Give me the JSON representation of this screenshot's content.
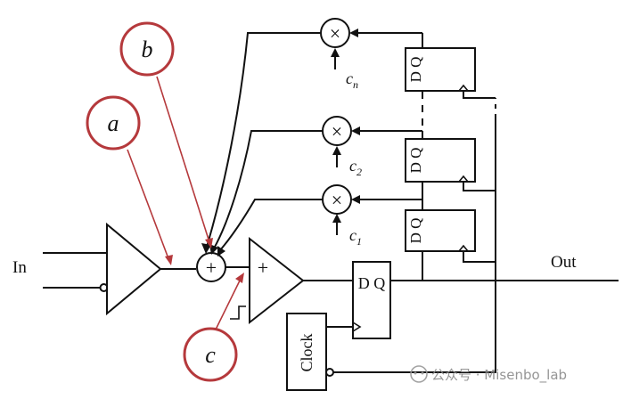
{
  "input_label": "In",
  "output_label": "Out",
  "clock_label": "Clock",
  "dq_label": "D Q",
  "callouts": {
    "a": "a",
    "b": "b",
    "c": "c"
  },
  "coefficients": {
    "cn": {
      "base": "c",
      "sub": "n"
    },
    "c2": {
      "base": "c",
      "sub": "2"
    },
    "c1": {
      "base": "c",
      "sub": "1"
    }
  },
  "adder_symbol": "+",
  "multiply_symbol": "×",
  "watermark": "公众号 · Misenbo_lab",
  "colors": {
    "callout": "#b5393c",
    "line": "#111111",
    "watermark": "#8a8a8a"
  }
}
